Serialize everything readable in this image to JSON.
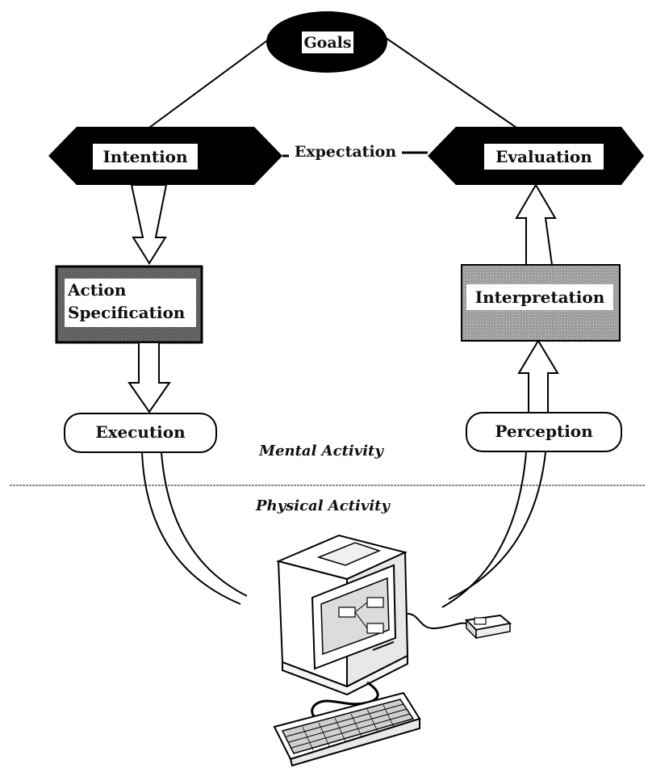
{
  "diagram": {
    "goals": "Goals",
    "intention": "Intention",
    "expectation": "Expectation",
    "evaluation": "Evaluation",
    "action_spec_line1": "Action",
    "action_spec_line2": "Specification",
    "interpretation": "Interpretation",
    "execution": "Execution",
    "perception": "Perception",
    "mental_activity": "Mental Activity",
    "physical_activity": "Physical Activity"
  },
  "colors": {
    "ink": "#000000",
    "stippled_box": "#9a9a9a",
    "divider": "#8a8a8a"
  }
}
